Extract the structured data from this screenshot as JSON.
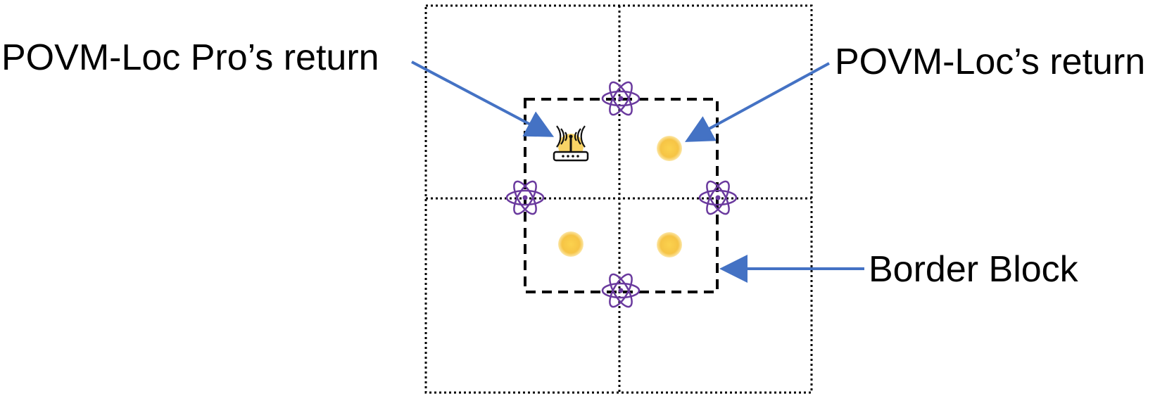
{
  "labels": {
    "pro_return": "POVM-Loc Pro’s return",
    "loc_return": "POVM-Loc’s return",
    "border_block": "Border Block"
  },
  "colors": {
    "arrow": "#4472C4",
    "atom": "#6A3A9E",
    "candidate_dot": "#F6C445",
    "grid_line": "#000000",
    "border_block_line": "#000000"
  },
  "icons": {
    "atom": "atom-icon",
    "router": "wifi-router-icon",
    "candidate": "candidate-dot-icon"
  }
}
